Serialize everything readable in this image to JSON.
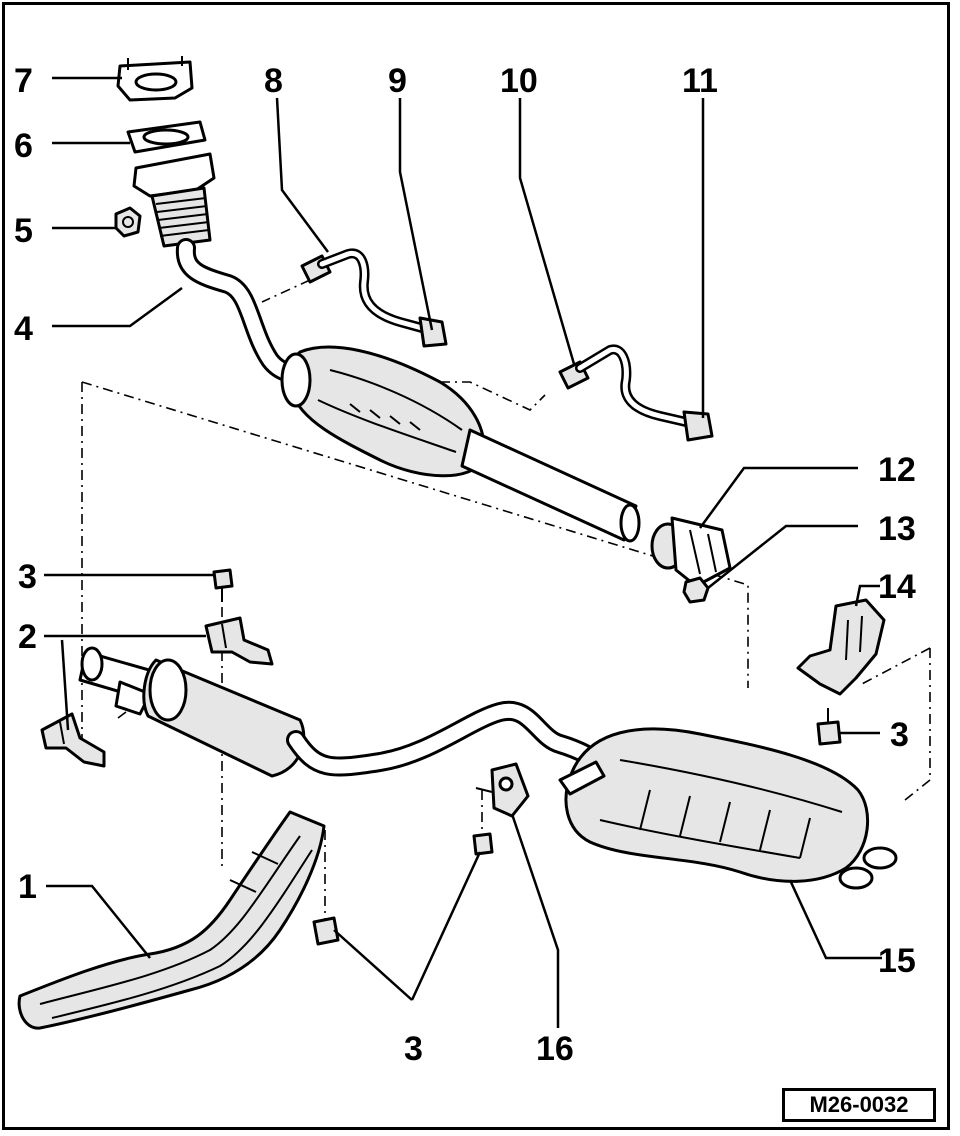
{
  "callouts": {
    "c1": "1",
    "c2": "2",
    "c3a": "3",
    "c3b": "3",
    "c3c": "3",
    "c4": "4",
    "c5": "5",
    "c6": "6",
    "c7": "7",
    "c8": "8",
    "c9": "9",
    "c10": "10",
    "c11": "11",
    "c12": "12",
    "c13": "13",
    "c14": "14",
    "c15": "15",
    "c16": "16"
  },
  "reference_code": "M26-0032"
}
